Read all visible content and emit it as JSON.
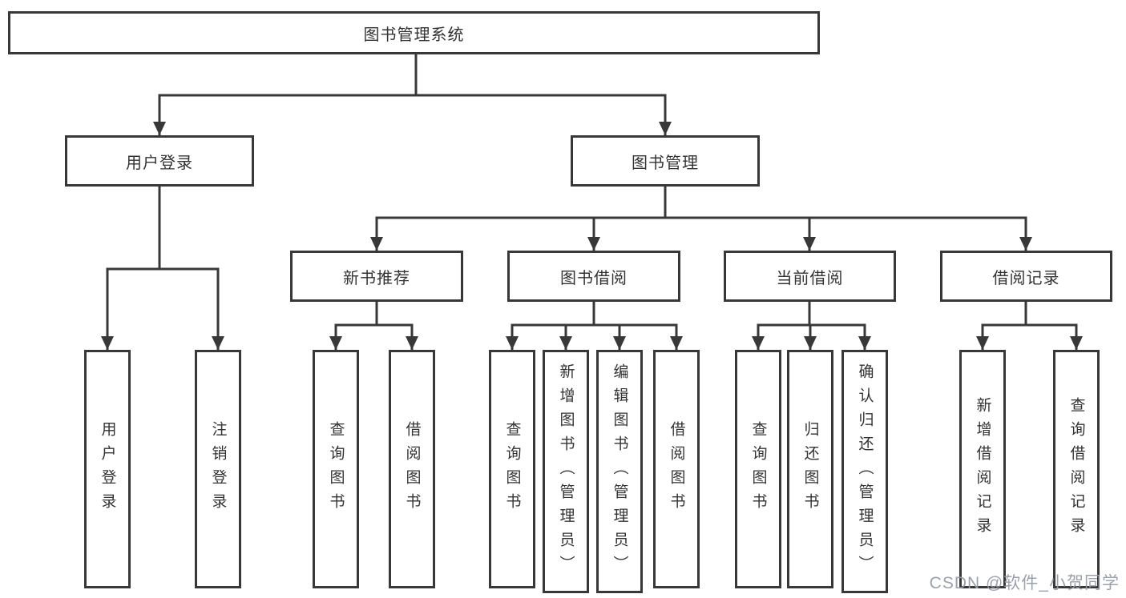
{
  "watermark": "CSDN @软件_小贺同学",
  "colors": {
    "line": "#383838",
    "box_border": "#383838",
    "box_fill": "#ffffff",
    "text": "#333333",
    "watermark": "#969CA6"
  },
  "nodes": {
    "root": "图书管理系统",
    "user_login": "用户登录",
    "book_mgmt": "图书管理",
    "new_book_rec": "新书推荐",
    "book_borrow": "图书借阅",
    "current_borrow": "当前借阅",
    "borrow_records": "借阅记录",
    "user_login_leaf": "用户登录",
    "logout_leaf": "注销登录",
    "rec_query_book": "查询图书",
    "rec_borrow_book": "借阅图书",
    "bb_query_book": "查询图书",
    "bb_add_book": "新增图书（管理员）",
    "bb_edit_book": "编辑图书（管理员）",
    "bb_borrow_book": "借阅图书",
    "cb_query_book": "查询图书",
    "cb_return_book": "归还图书",
    "cb_confirm_return": "确认归还（管理员）",
    "br_add_record": "新增借阅记录",
    "br_query_record": "查询借阅记录"
  }
}
